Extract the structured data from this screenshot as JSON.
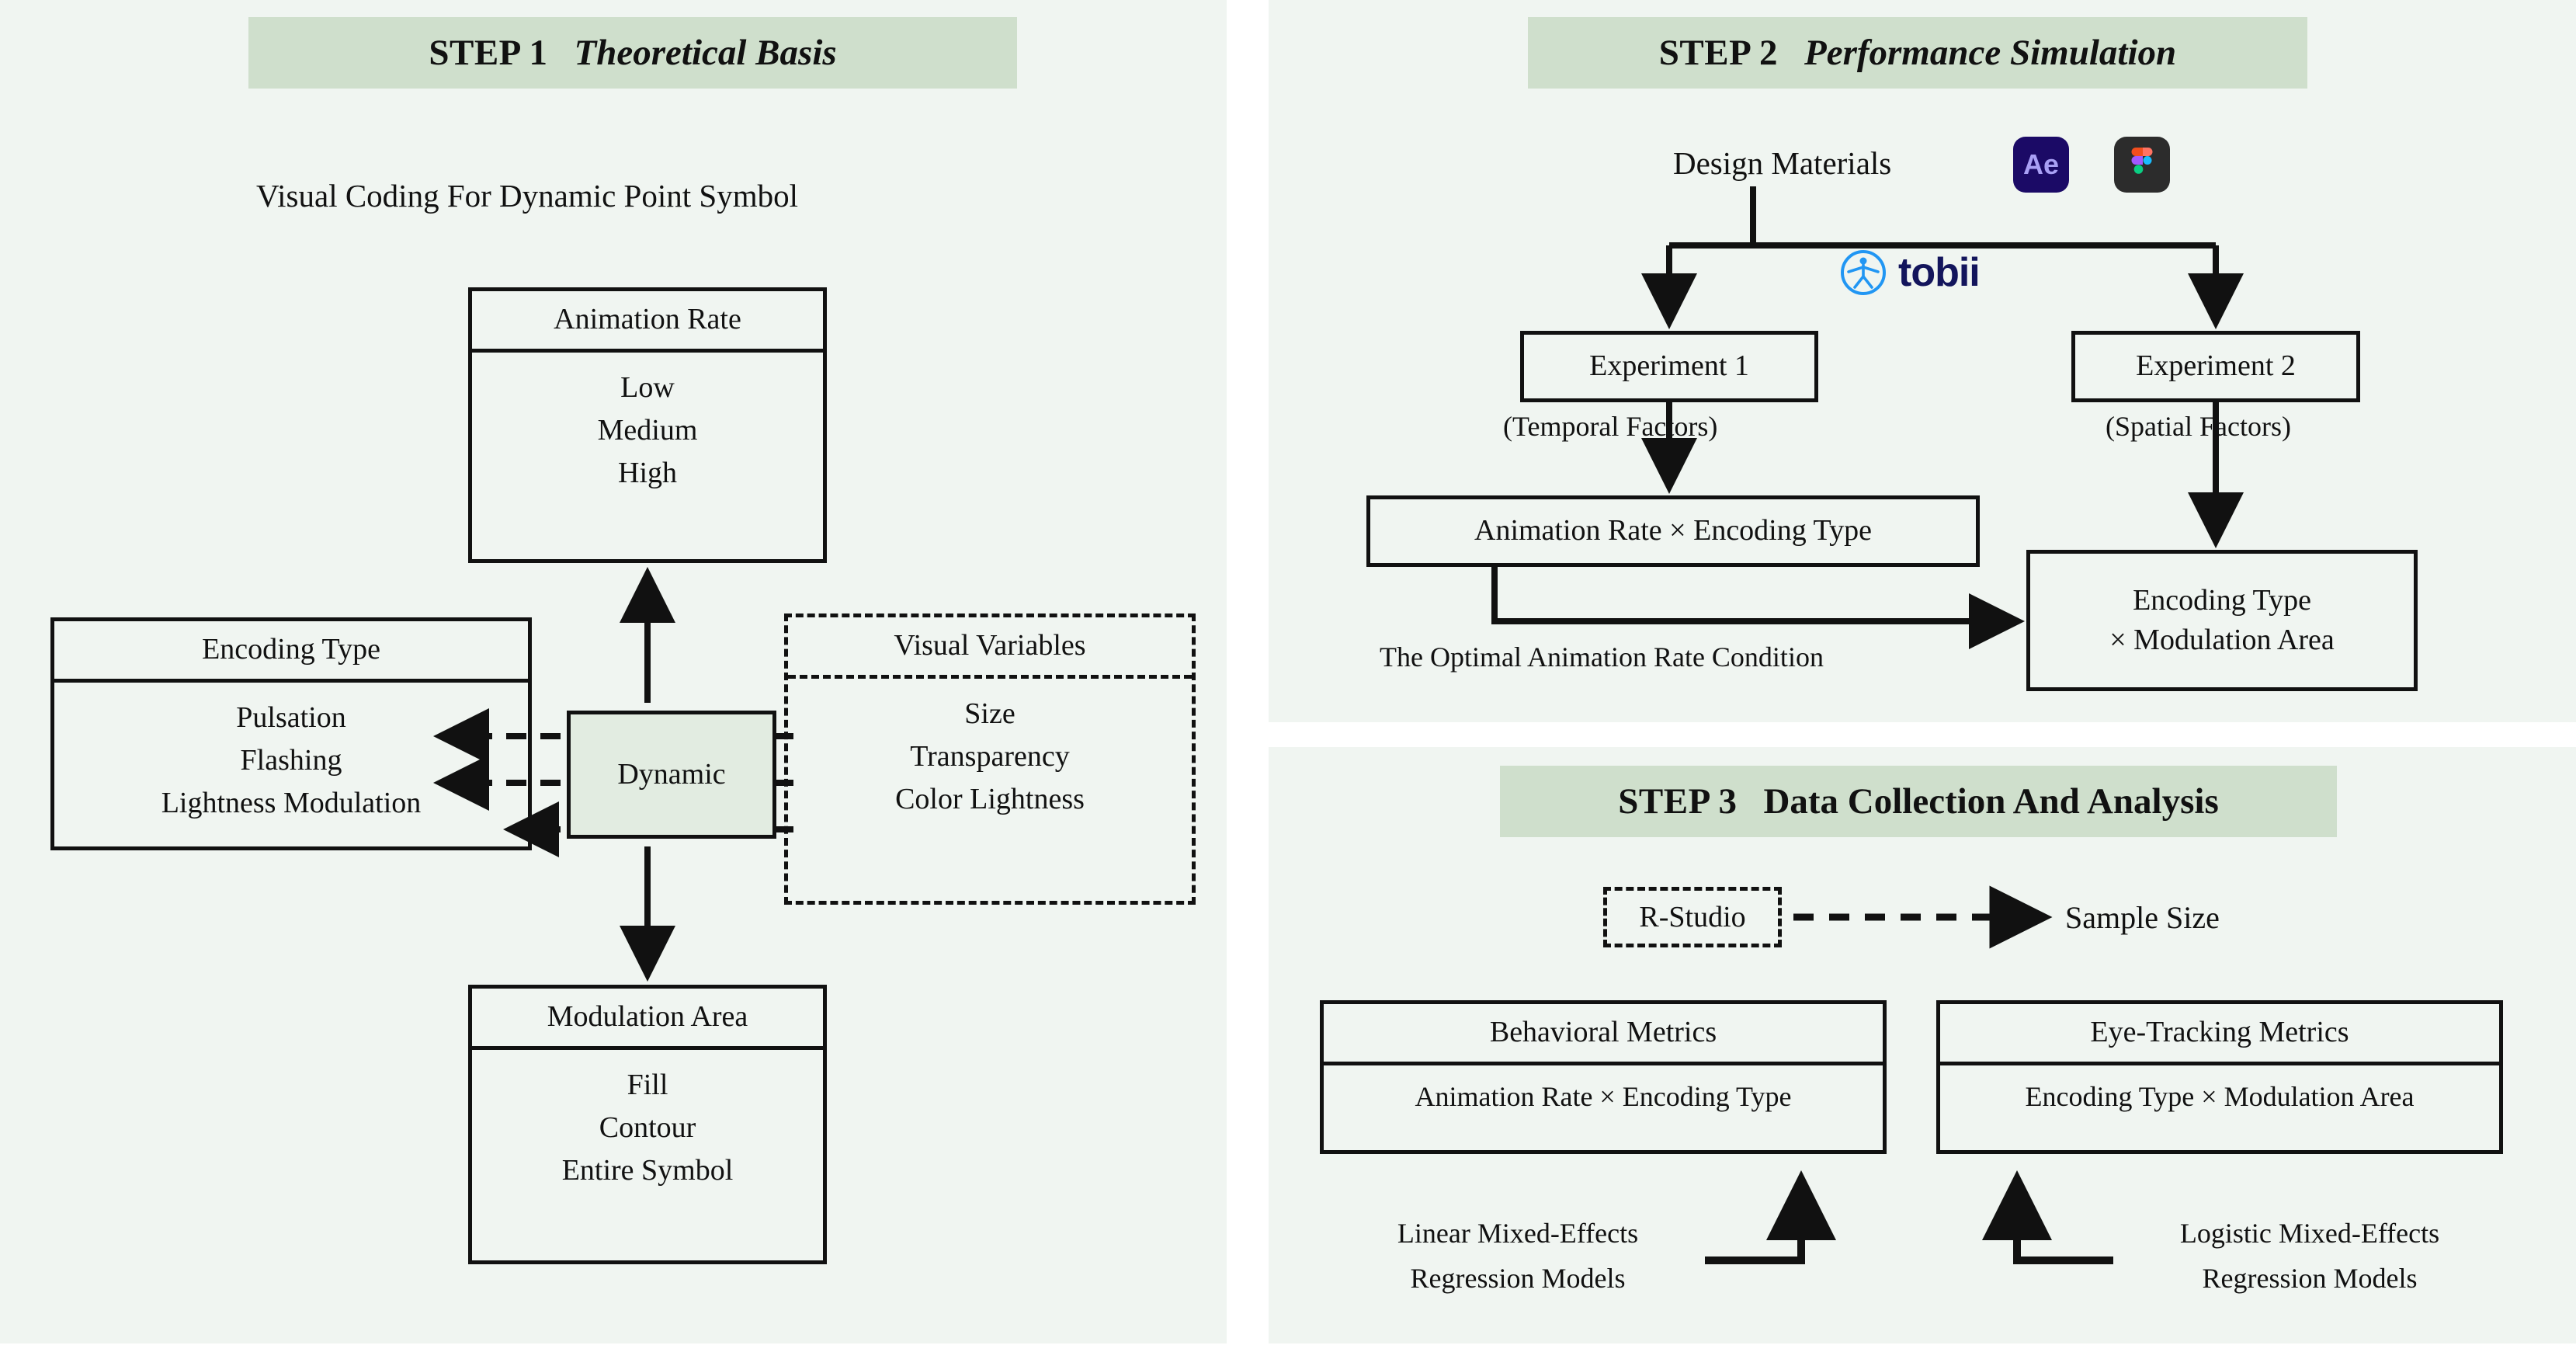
{
  "steps": [
    {
      "num": "STEP 1",
      "title": "Theoretical Basis"
    },
    {
      "num": "STEP 2",
      "title": "Performance Simulation"
    },
    {
      "num": "STEP 3",
      "title": "Data Collection And Analysis"
    }
  ],
  "step1": {
    "subtitle": "Visual Coding For Dynamic Point Symbol",
    "animation_rate": {
      "header": "Animation Rate",
      "items": "Low\nMedium\nHigh"
    },
    "encoding_type": {
      "header": "Encoding Type",
      "items": "Pulsation\nFlashing\nLightness Modulation"
    },
    "dynamic": {
      "label": "Dynamic"
    },
    "visual_variables": {
      "header": "Visual Variables",
      "items": "Size\nTransparency\nColor Lightness"
    },
    "modulation_area": {
      "header": "Modulation Area",
      "items": "Fill\nContour\nEntire Symbol"
    }
  },
  "step2": {
    "design_materials": "Design Materials",
    "ae_icon_label": "Ae",
    "tobii_word": "tobii",
    "experiment1": "Experiment 1",
    "experiment1_factors": "(Temporal  Factors)",
    "experiment2": "Experiment 2",
    "experiment2_factors": "(Spatial  Factors)",
    "anim_x_encoding": "Animation Rate × Encoding Type",
    "optimal_condition": "The Optimal Animation Rate Condition",
    "encoding_x_modulation": "Encoding Type\n× Modulation Area"
  },
  "step3": {
    "r_studio": "R-Studio",
    "sample_size": "Sample Size",
    "behavioral": {
      "header": "Behavioral Metrics",
      "body": "Animation Rate  ×  Encoding Type"
    },
    "eyetracking": {
      "header": "Eye-Tracking Metrics",
      "body": "Encoding Type  ×  Modulation Area"
    },
    "linear_model": "Linear Mixed-Effects\nRegression Models",
    "logistic_model": "Logistic Mixed-Effects\nRegression Models"
  },
  "colors": {
    "panel_bg": "#f0f5f1",
    "header_bg": "#cfdfcc",
    "accent_box": "#e2ece1",
    "stroke": "#111111",
    "ae_bg": "#1b0a66",
    "ae_fg": "#a9a0f5",
    "figma_bg": "#2c2c2c",
    "tobii_blue": "#2196f3",
    "tobii_navy": "#13155c"
  }
}
